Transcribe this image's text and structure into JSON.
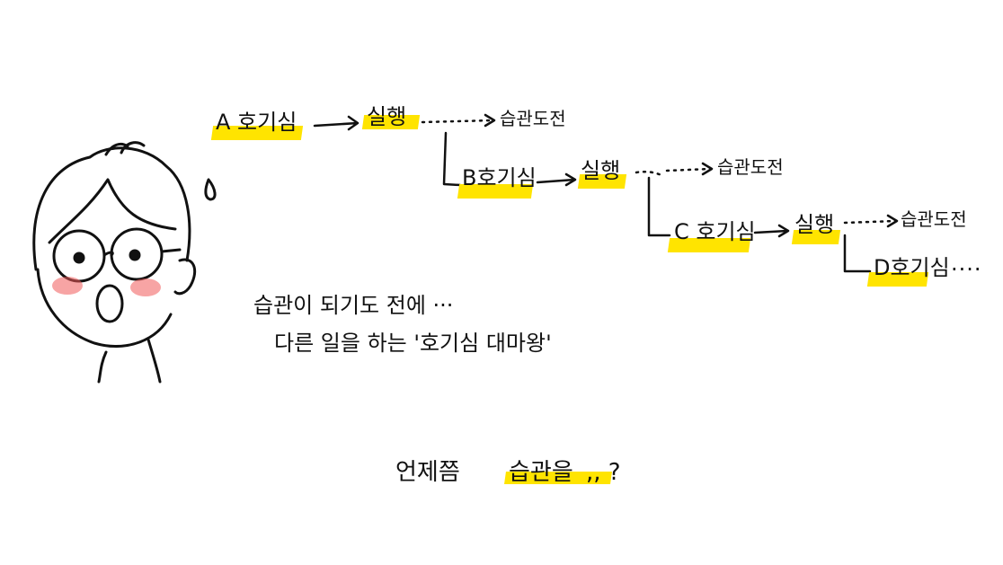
{
  "chain": {
    "a_label": "A 호기심",
    "a_exec": "실행",
    "a_habit": "습관도전",
    "b_label": "B호기심",
    "b_exec": "실행",
    "b_habit": "습관도전",
    "c_label": "C 호기심",
    "c_exec": "실행",
    "c_habit": "습관도전",
    "d_label": "D호기심",
    "d_trail": "····"
  },
  "caption": {
    "line1": "습관이 되기도 전에 ···",
    "line2": "다른 일을 하는 '호기심 대마왕'"
  },
  "question": {
    "prefix": "언제쯤",
    "highlight": "습관을",
    "suffix": ",, ?"
  },
  "colors": {
    "highlight": "#ffe400",
    "blush": "#f15a5a",
    "ink": "#111111"
  }
}
